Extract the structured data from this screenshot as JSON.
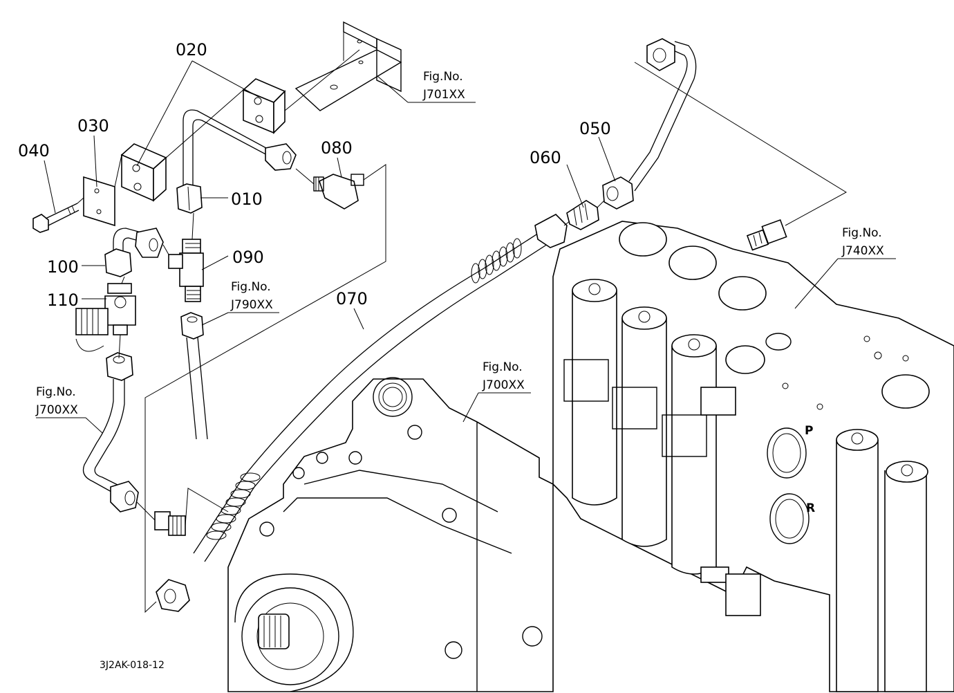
{
  "diagram": {
    "drawing_code": "3J2AK-018-12",
    "part_numbers": {
      "p010": "010",
      "p020": "020",
      "p030": "030",
      "p040": "040",
      "p050": "050",
      "p060": "060",
      "p070": "070",
      "p080": "080",
      "p090": "090",
      "p100": "100",
      "p110": "110"
    },
    "fig_refs": {
      "j701_title": "Fig.No.",
      "j701_code": "J701XX",
      "j740_title": "Fig.No.",
      "j740_code": "J740XX",
      "j790_title": "Fig.No.",
      "j790_code": "J790XX",
      "j700a_title": "Fig.No.",
      "j700a_code": "J700XX",
      "j700b_title": "Fig.No.",
      "j700b_code": "J700XX"
    },
    "port_labels": {
      "port_p": "P",
      "port_r": "R"
    }
  }
}
